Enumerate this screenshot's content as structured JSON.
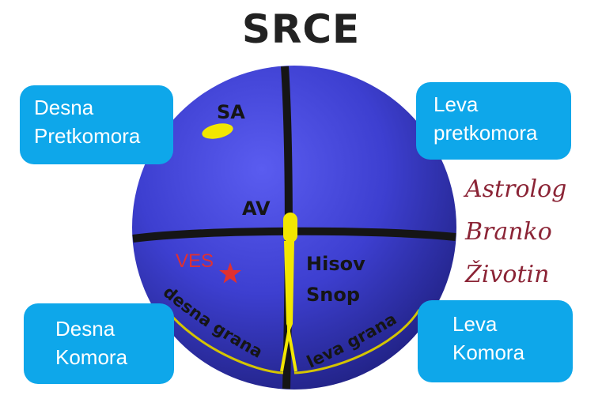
{
  "title": "SRCE",
  "boxes": {
    "desna_pretkomora": [
      "Desna",
      "Pretkomora"
    ],
    "leva_pretkomora": [
      "Leva",
      "pretkomora"
    ],
    "desna_komora": [
      "Desna",
      "Komora"
    ],
    "leva_komora": [
      "Leva",
      "Komora"
    ]
  },
  "labels": {
    "sa": "SA",
    "av": "AV",
    "ves": "VES",
    "hisov": "Hisov",
    "snop": "Snop",
    "desna_grana": "desna grana",
    "leva_grana": "leva grana"
  },
  "signature": [
    "Astrolog",
    "Branko",
    "Životin"
  ],
  "colors": {
    "sphere": "#3e3fcc",
    "box": "#0ea7ea",
    "conduction": "#f2e600",
    "ves_marker": "#e03030",
    "signature": "#8b2436"
  }
}
